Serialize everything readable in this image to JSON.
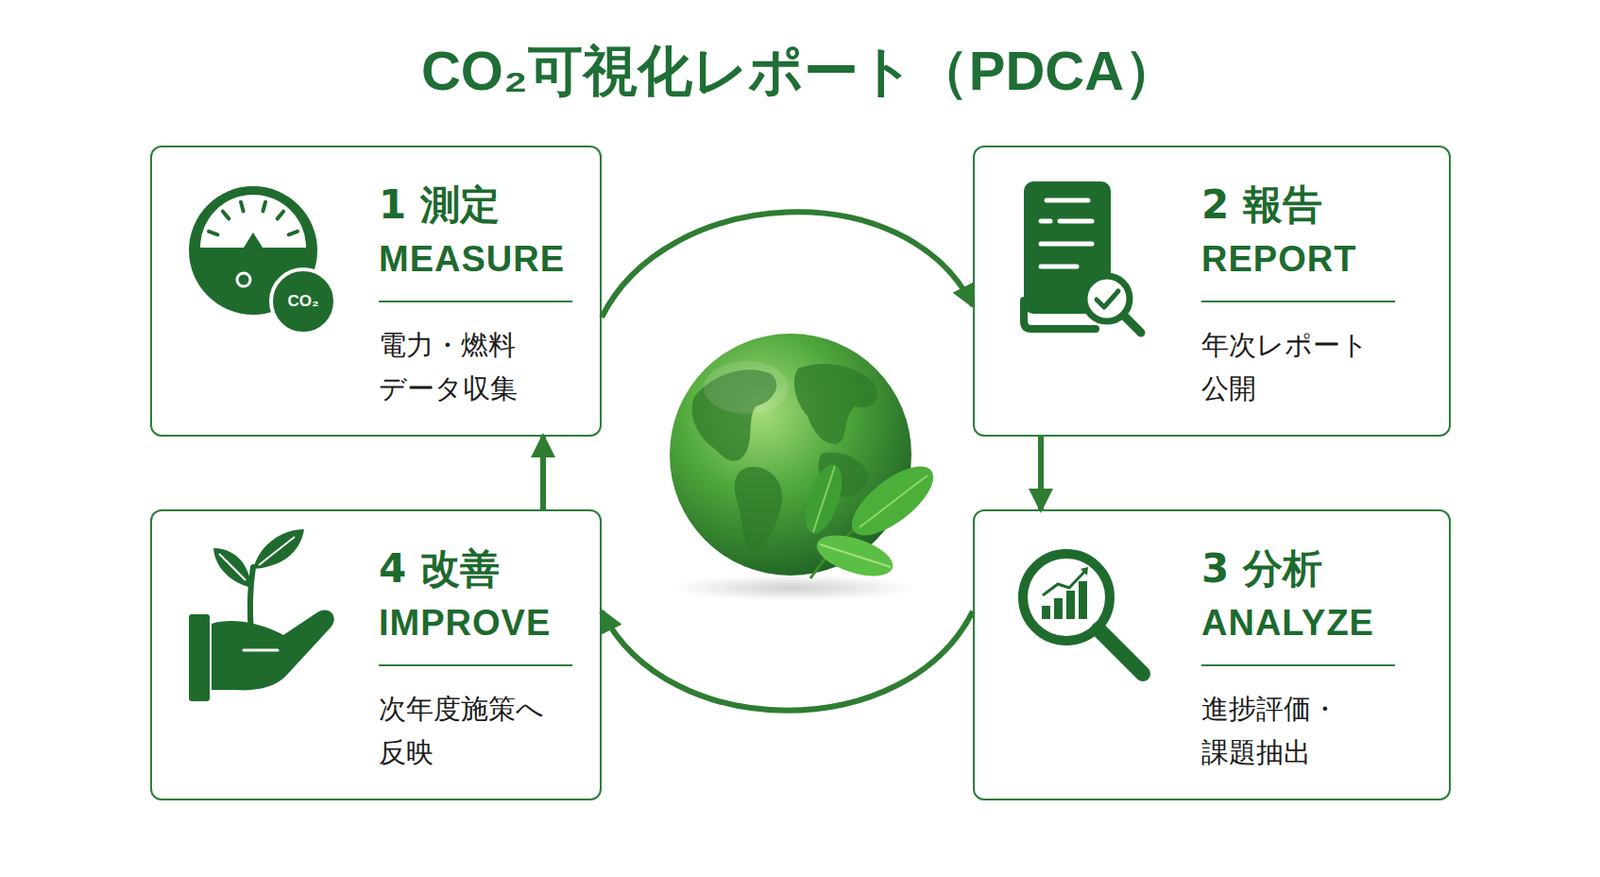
{
  "diagram": {
    "title": "CO₂可視化レポート（PDCA）",
    "nodes": [
      {
        "text": [
          "1 測定",
          "MEASURE",
          "電力・燃料 データ収集"
        ]
      },
      {
        "text": [
          "2 報告",
          "REPORT",
          "年次レポート 公開"
        ]
      },
      {
        "text": [
          "3 分析",
          "ANALYZE",
          "進捗評価・ 課題抽出"
        ]
      },
      {
        "text": [
          "4 改善",
          "IMPROVE",
          "次年度施策へ 反映"
        ]
      }
    ],
    "edges": [
      {
        "from": 0,
        "to": 1,
        "arrow": "to"
      },
      {
        "from": 1,
        "to": 2,
        "arrow": "to"
      },
      {
        "from": 2,
        "to": 3,
        "arrow": "to"
      },
      {
        "from": 3,
        "to": 0,
        "arrow": "to"
      }
    ],
    "labels": [
      "CO₂"
    ]
  }
}
